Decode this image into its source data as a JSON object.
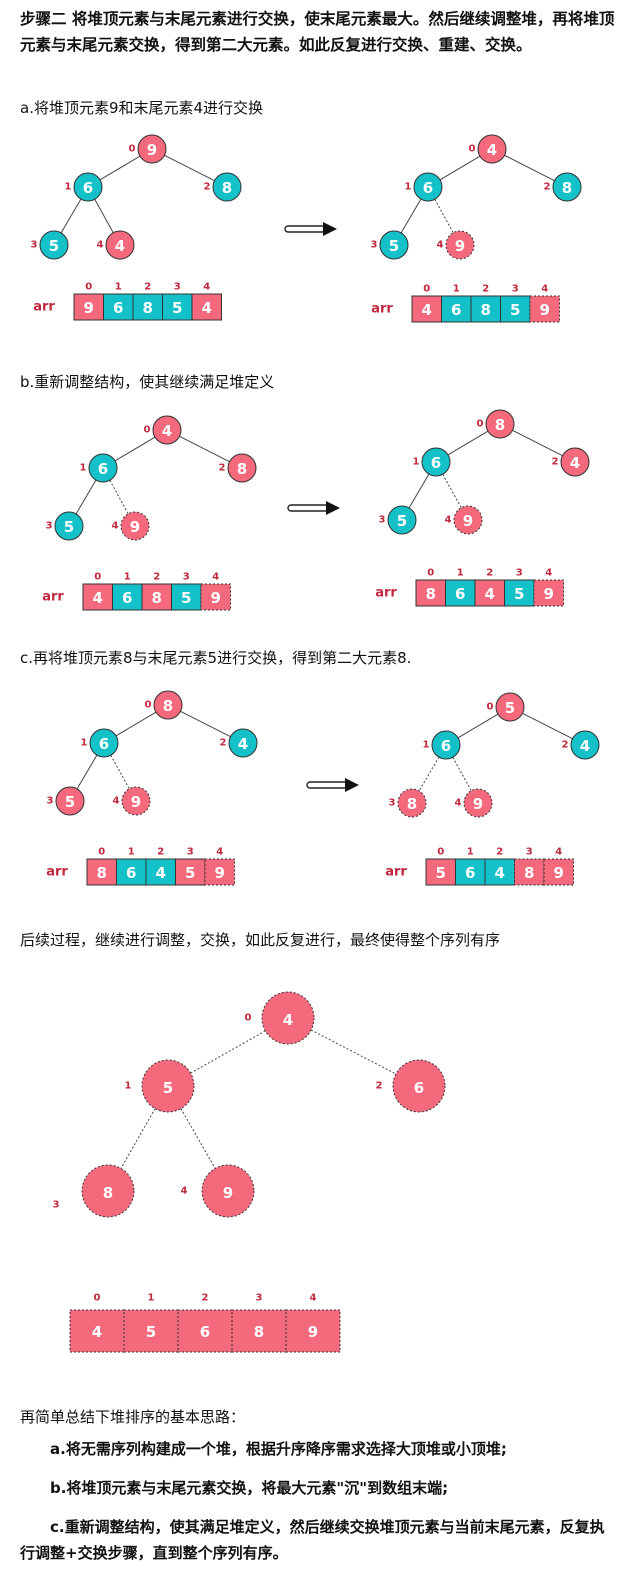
{
  "heading": "步骤二 将堆顶元素与末尾元素进行交换，使末尾元素最大。然后继续调整堆，再将堆顶元素与末尾元素交换，得到第二大元素。如此反复进行交换、重建、交换。",
  "colors": {
    "pink": "#f4697c",
    "teal": "#14c1c9",
    "red_text": "#c0293d"
  },
  "arr_label": "arr",
  "steps": [
    {
      "caption": "a.将堆顶元素9和末尾元素4进行交换",
      "before": {
        "tree": [
          {
            "i": "0",
            "v": "9",
            "c": "pink",
            "dash": false
          },
          {
            "i": "1",
            "v": "6",
            "c": "teal",
            "dash": false
          },
          {
            "i": "2",
            "v": "8",
            "c": "teal",
            "dash": false
          },
          {
            "i": "3",
            "v": "5",
            "c": "teal",
            "dash": false
          },
          {
            "i": "4",
            "v": "4",
            "c": "pink",
            "dash": false
          }
        ],
        "array": [
          {
            "i": "0",
            "v": "9",
            "c": "pink",
            "dash": false
          },
          {
            "i": "1",
            "v": "6",
            "c": "teal",
            "dash": false
          },
          {
            "i": "2",
            "v": "8",
            "c": "teal",
            "dash": false
          },
          {
            "i": "3",
            "v": "5",
            "c": "teal",
            "dash": false
          },
          {
            "i": "4",
            "v": "4",
            "c": "pink",
            "dash": false
          }
        ]
      },
      "after": {
        "tree": [
          {
            "i": "0",
            "v": "4",
            "c": "pink",
            "dash": false
          },
          {
            "i": "1",
            "v": "6",
            "c": "teal",
            "dash": false
          },
          {
            "i": "2",
            "v": "8",
            "c": "teal",
            "dash": false
          },
          {
            "i": "3",
            "v": "5",
            "c": "teal",
            "dash": false
          },
          {
            "i": "4",
            "v": "9",
            "c": "pink",
            "dash": true
          }
        ],
        "array": [
          {
            "i": "0",
            "v": "4",
            "c": "pink",
            "dash": false
          },
          {
            "i": "1",
            "v": "6",
            "c": "teal",
            "dash": false
          },
          {
            "i": "2",
            "v": "8",
            "c": "teal",
            "dash": false
          },
          {
            "i": "3",
            "v": "5",
            "c": "teal",
            "dash": false
          },
          {
            "i": "4",
            "v": "9",
            "c": "pink",
            "dash": true
          }
        ]
      }
    },
    {
      "caption": "b.重新调整结构，使其继续满足堆定义",
      "before": {
        "tree": [
          {
            "i": "0",
            "v": "4",
            "c": "pink",
            "dash": false
          },
          {
            "i": "1",
            "v": "6",
            "c": "teal",
            "dash": false
          },
          {
            "i": "2",
            "v": "8",
            "c": "pink",
            "dash": false
          },
          {
            "i": "3",
            "v": "5",
            "c": "teal",
            "dash": false
          },
          {
            "i": "4",
            "v": "9",
            "c": "pink",
            "dash": true
          }
        ],
        "array": [
          {
            "i": "0",
            "v": "4",
            "c": "pink",
            "dash": false
          },
          {
            "i": "1",
            "v": "6",
            "c": "teal",
            "dash": false
          },
          {
            "i": "2",
            "v": "8",
            "c": "pink",
            "dash": false
          },
          {
            "i": "3",
            "v": "5",
            "c": "teal",
            "dash": false
          },
          {
            "i": "4",
            "v": "9",
            "c": "pink",
            "dash": true
          }
        ]
      },
      "after": {
        "tree": [
          {
            "i": "0",
            "v": "8",
            "c": "pink",
            "dash": false
          },
          {
            "i": "1",
            "v": "6",
            "c": "teal",
            "dash": false
          },
          {
            "i": "2",
            "v": "4",
            "c": "pink",
            "dash": false
          },
          {
            "i": "3",
            "v": "5",
            "c": "teal",
            "dash": false
          },
          {
            "i": "4",
            "v": "9",
            "c": "pink",
            "dash": true
          }
        ],
        "array": [
          {
            "i": "0",
            "v": "8",
            "c": "pink",
            "dash": false
          },
          {
            "i": "1",
            "v": "6",
            "c": "teal",
            "dash": false
          },
          {
            "i": "2",
            "v": "4",
            "c": "pink",
            "dash": false
          },
          {
            "i": "3",
            "v": "5",
            "c": "teal",
            "dash": false
          },
          {
            "i": "4",
            "v": "9",
            "c": "pink",
            "dash": true
          }
        ]
      }
    },
    {
      "caption": "c.再将堆顶元素8与末尾元素5进行交换，得到第二大元素8.",
      "before": {
        "tree": [
          {
            "i": "0",
            "v": "8",
            "c": "pink",
            "dash": false
          },
          {
            "i": "1",
            "v": "6",
            "c": "teal",
            "dash": false
          },
          {
            "i": "2",
            "v": "4",
            "c": "teal",
            "dash": false
          },
          {
            "i": "3",
            "v": "5",
            "c": "pink",
            "dash": false
          },
          {
            "i": "4",
            "v": "9",
            "c": "pink",
            "dash": true
          }
        ],
        "array": [
          {
            "i": "0",
            "v": "8",
            "c": "pink",
            "dash": false
          },
          {
            "i": "1",
            "v": "6",
            "c": "teal",
            "dash": false
          },
          {
            "i": "2",
            "v": "4",
            "c": "teal",
            "dash": false
          },
          {
            "i": "3",
            "v": "5",
            "c": "pink",
            "dash": false
          },
          {
            "i": "4",
            "v": "9",
            "c": "pink",
            "dash": true
          }
        ]
      },
      "after": {
        "tree": [
          {
            "i": "0",
            "v": "5",
            "c": "pink",
            "dash": false
          },
          {
            "i": "1",
            "v": "6",
            "c": "teal",
            "dash": false
          },
          {
            "i": "2",
            "v": "4",
            "c": "teal",
            "dash": false
          },
          {
            "i": "3",
            "v": "8",
            "c": "pink",
            "dash": true
          },
          {
            "i": "4",
            "v": "9",
            "c": "pink",
            "dash": true
          }
        ],
        "array": [
          {
            "i": "0",
            "v": "5",
            "c": "pink",
            "dash": false
          },
          {
            "i": "1",
            "v": "6",
            "c": "teal",
            "dash": false
          },
          {
            "i": "2",
            "v": "4",
            "c": "teal",
            "dash": false
          },
          {
            "i": "3",
            "v": "8",
            "c": "pink",
            "dash": true
          },
          {
            "i": "4",
            "v": "9",
            "c": "pink",
            "dash": true
          }
        ]
      }
    }
  ],
  "final_caption": "后续过程，继续进行调整，交换，如此反复进行，最终使得整个序列有序",
  "final": {
    "tree": [
      {
        "i": "0",
        "v": "4"
      },
      {
        "i": "1",
        "v": "5"
      },
      {
        "i": "2",
        "v": "6"
      },
      {
        "i": "3",
        "v": "8"
      },
      {
        "i": "4",
        "v": "9"
      }
    ],
    "array": [
      {
        "i": "0",
        "v": "4"
      },
      {
        "i": "1",
        "v": "5"
      },
      {
        "i": "2",
        "v": "6"
      },
      {
        "i": "3",
        "v": "8"
      },
      {
        "i": "4",
        "v": "9"
      }
    ]
  },
  "summary": {
    "intro": "再简单总结下堆排序的基本思路：",
    "items": [
      "a.将无需序列构建成一个堆，根据升序降序需求选择大顶堆或小顶堆;",
      "b.将堆顶元素与末尾元素交换，将最大元素\"沉\"到数组末端;",
      "c.重新调整结构，使其满足堆定义，然后继续交换堆顶元素与当前末尾元素，反复执行调整+交换步骤，直到整个序列有序。"
    ]
  }
}
